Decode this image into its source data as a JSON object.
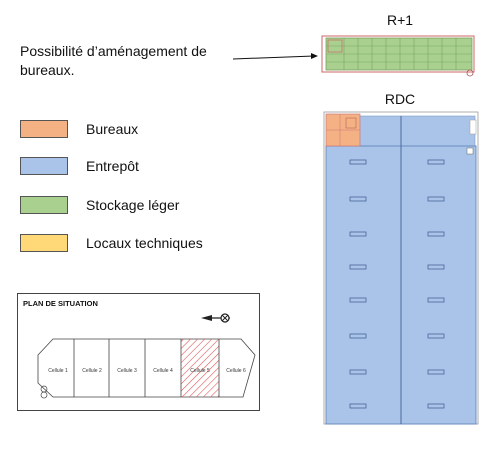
{
  "note": "Possibilité d’aménagement de bureaux.",
  "floors": {
    "upper": "R+1",
    "ground": "RDC"
  },
  "legend": [
    {
      "label": "Bureaux",
      "color": "#f4b183"
    },
    {
      "label": "Entrepôt",
      "color": "#a9c4e8"
    },
    {
      "label": "Stockage léger",
      "color": "#a9d08e"
    },
    {
      "label": "Locaux techniques",
      "color": "#ffd978"
    }
  ],
  "situation": {
    "title": "PLAN DE SITUATION",
    "cells": [
      "Cellule 1",
      "Cellule 2",
      "Cellule 3",
      "Cellule 4",
      "Cellule 5",
      "Cellule 6"
    ],
    "highlighted_cell": "Cellule 5"
  }
}
